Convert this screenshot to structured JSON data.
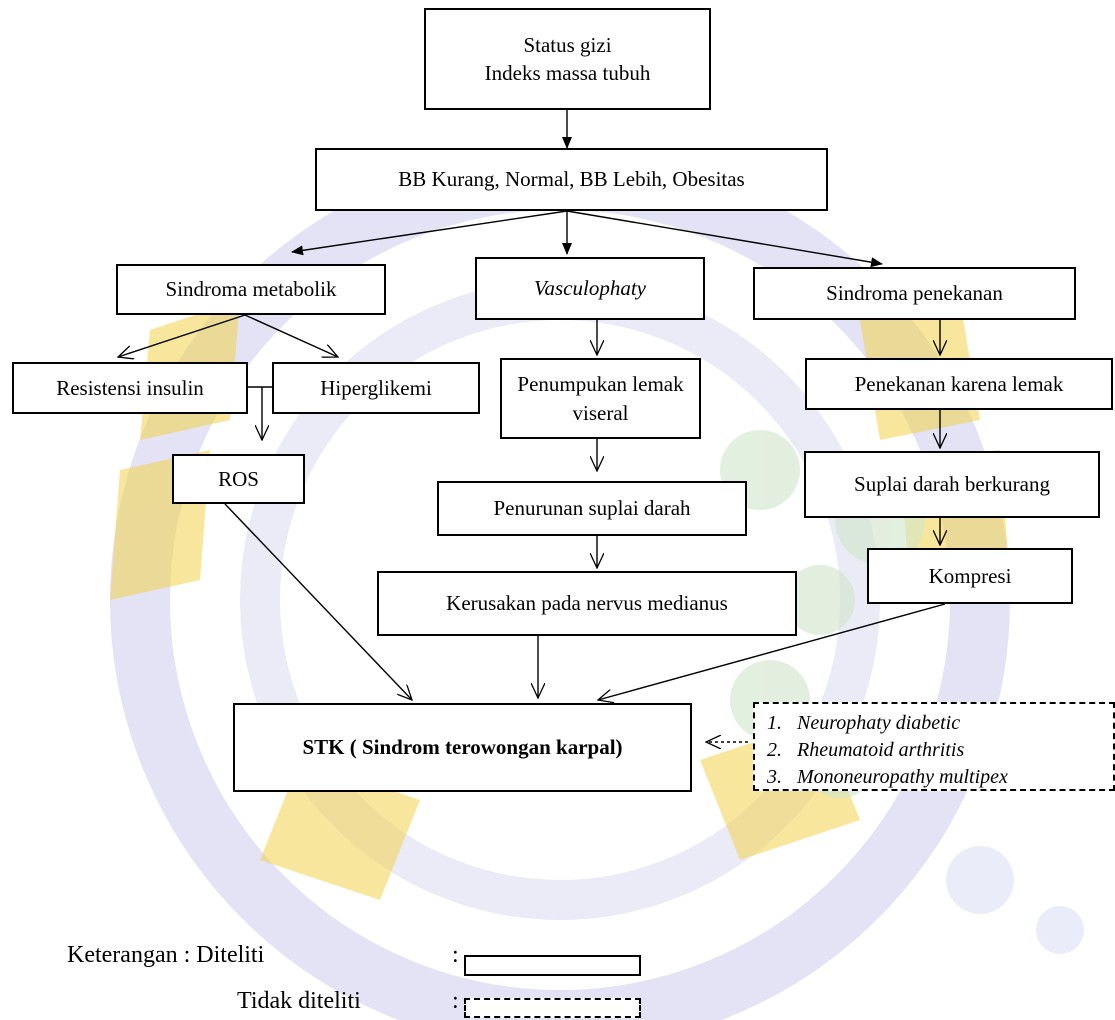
{
  "watermark": {
    "color": "#f2d24a",
    "ring_color": "#d9daf2"
  },
  "nodes": {
    "status_gizi": {
      "line1": "Status gizi",
      "line2": "Indeks massa tubuh"
    },
    "kategori": "BB Kurang, Normal, BB Lebih, Obesitas",
    "sindroma_metabolik": "Sindroma metabolik",
    "vasculophaty": "Vasculophaty",
    "sindroma_penekanan": "Sindroma penekanan",
    "resistensi_insulin": "Resistensi insulin",
    "hiperglikemi": "Hiperglikemi",
    "penumpukan_lemak": {
      "line1": "Penumpukan lemak",
      "line2": "viseral"
    },
    "penekanan_lemak": "Penekanan karena lemak",
    "ros": "ROS",
    "penurunan_suplai": "Penurunan suplai darah",
    "suplai_berkurang": "Suplai darah berkurang",
    "kerusakan_nervus": "Kerusakan pada nervus medianus",
    "kompresi": "Kompresi",
    "stk": "STK ( Sindrom terowongan karpal)"
  },
  "other_factors": [
    {
      "num": "1.",
      "text": "Neurophaty diabetic"
    },
    {
      "num": "2.",
      "text": "Rheumatoid arthritis"
    },
    {
      "num": "3.",
      "text": "Mononeuropathy multipex"
    }
  ],
  "legend": {
    "title": "Keterangan : Diteliti",
    "not_examined": "Tidak diteliti",
    "colon": ":"
  }
}
